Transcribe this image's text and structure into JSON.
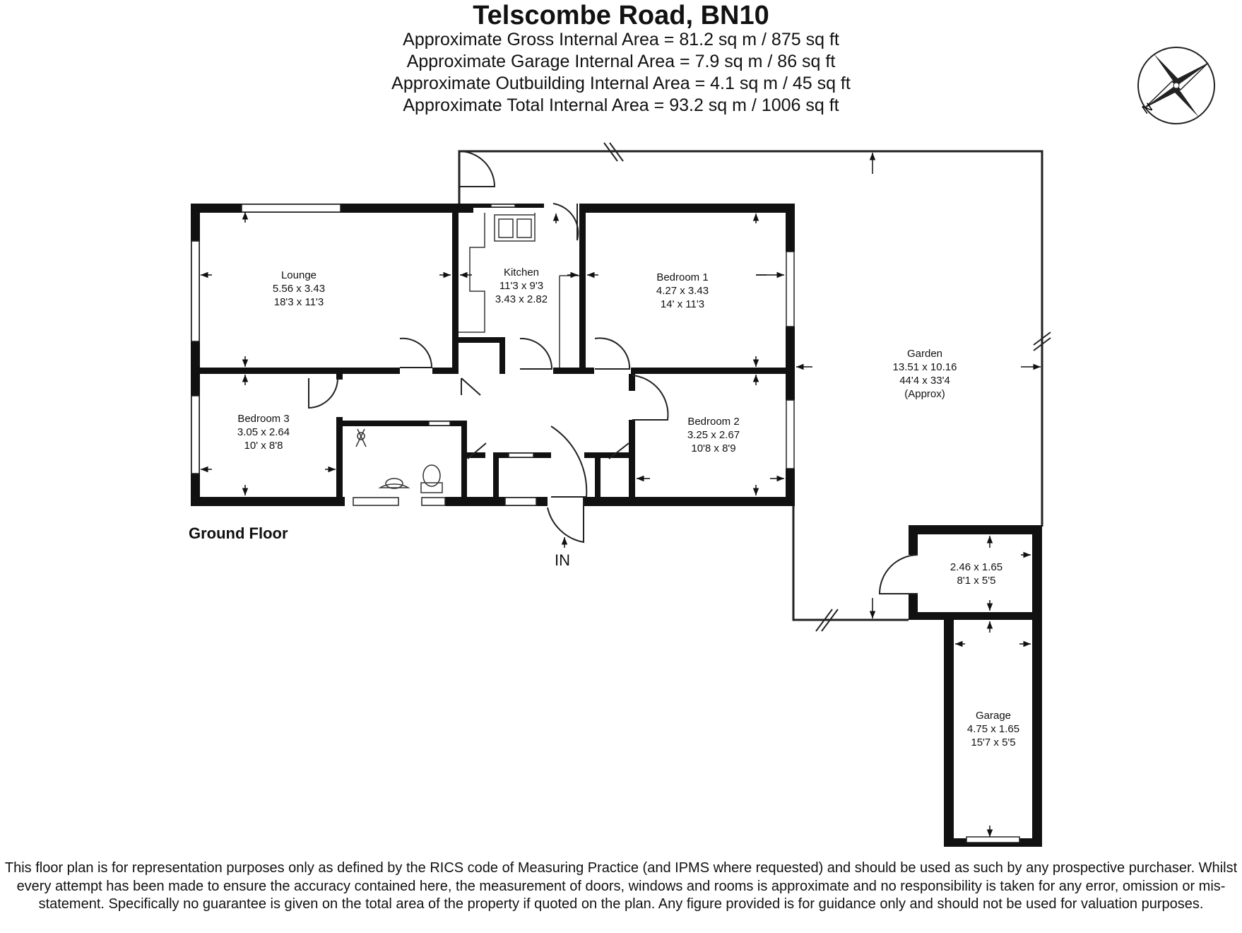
{
  "title": "Telscombe Road, BN10",
  "areas": [
    "Approximate Gross Internal Area = 81.2 sq m / 875 sq ft",
    "Approximate Garage Internal Area = 7.9 sq m / 86 sq ft",
    "Approximate Outbuilding Internal Area = 4.1 sq m / 45 sq ft",
    "Approximate Total Internal Area = 93.2 sq m / 1006 sq ft"
  ],
  "compass": {
    "letter": "N",
    "icon": "compass-rose-icon"
  },
  "floor_label": "Ground Floor",
  "entrance_label": "IN",
  "rooms": {
    "lounge": {
      "name": "Lounge",
      "metric": "5.56 x 3.43",
      "imperial": "18'3 x 11'3"
    },
    "kitchen": {
      "name": "Kitchen",
      "imperial": "11'3 x 9'3",
      "metric": "3.43 x 2.82"
    },
    "bedroom1": {
      "name": "Bedroom 1",
      "metric": "4.27 x 3.43",
      "imperial": "14' x 11'3"
    },
    "bedroom2": {
      "name": "Bedroom 2",
      "metric": "3.25 x 2.67",
      "imperial": "10'8 x 8'9"
    },
    "bedroom3": {
      "name": "Bedroom 3",
      "metric": "3.05 x 2.64",
      "imperial": "10' x 8'8"
    },
    "garden": {
      "name": "Garden",
      "metric": "13.51 x 10.16",
      "imperial": "44'4 x 33'4",
      "note": "(Approx)"
    },
    "outbuilding": {
      "metric": "2.46 x 1.65",
      "imperial": "8'1 x 5'5"
    },
    "garage": {
      "name": "Garage",
      "metric": "4.75 x 1.65",
      "imperial": "15'7 x 5'5"
    }
  },
  "disclaimer": "This floor plan is for representation purposes only as defined by the RICS code of Measuring Practice (and IPMS where requested) and should be used as such by any prospective purchaser. Whilst every attempt has been made to ensure the accuracy contained here, the measurement of doors, windows and rooms is approximate and no responsibility is taken for any error, omission or mis-statement. Specifically no guarantee is given on the total area of the property if quoted on the plan. Any figure provided is for guidance only and should not be used for valuation purposes.",
  "colors": {
    "wall": "#111111",
    "window": "#ffffff",
    "line": "#222222"
  }
}
